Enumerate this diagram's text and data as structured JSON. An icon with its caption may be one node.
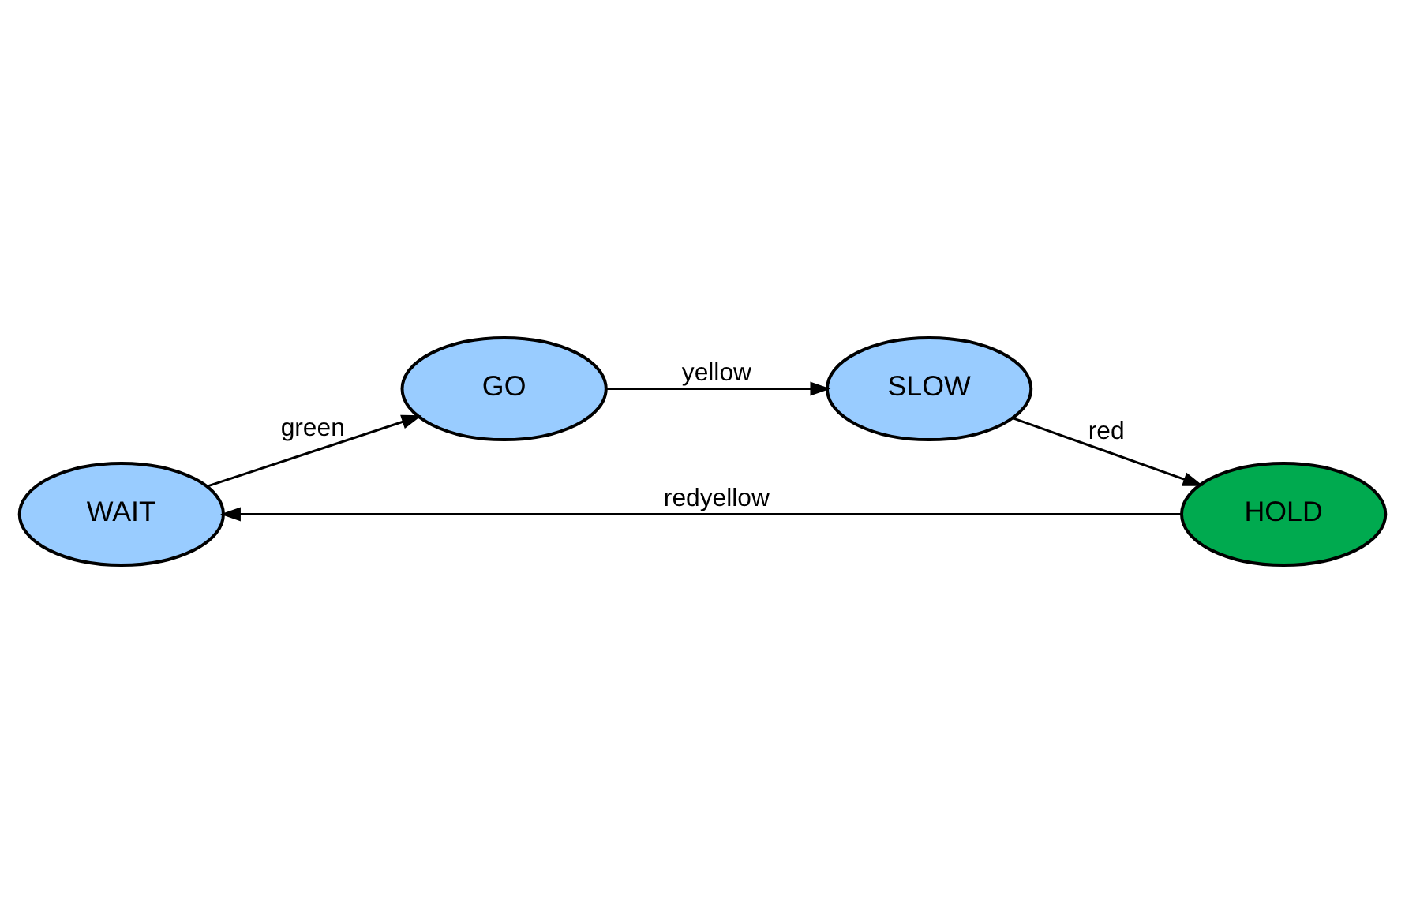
{
  "diagram": {
    "nodes": [
      {
        "text": [
          "WAIT"
        ]
      },
      {
        "text": [
          "HOLD"
        ]
      },
      {
        "text": [
          "GO"
        ]
      },
      {
        "text": [
          "SLOW"
        ]
      }
    ],
    "edges": [
      {
        "from": 1,
        "to": 0,
        "arrow": "to",
        "label": "redyellow"
      },
      {
        "from": 0,
        "to": 2,
        "arrow": "to",
        "label": "green"
      },
      {
        "from": 2,
        "to": 3,
        "arrow": "to",
        "label": "yellow"
      },
      {
        "from": 3,
        "to": 1,
        "arrow": "to",
        "label": "red"
      }
    ]
  }
}
